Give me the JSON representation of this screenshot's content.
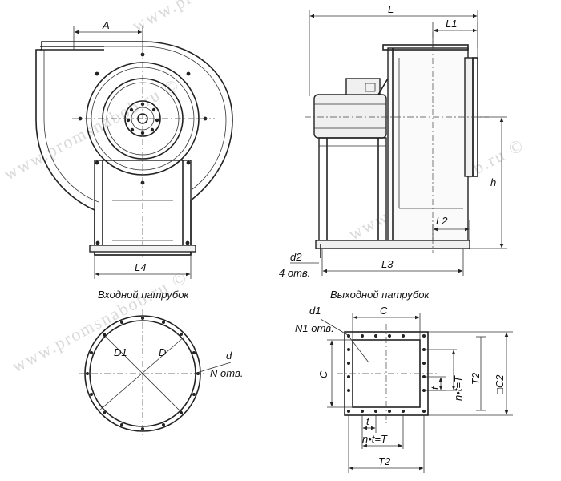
{
  "watermark": {
    "text_1": "www.promsnabob.ru ©",
    "text_2": "www.promsnabob.ru ©",
    "text_3": "www.promsnabob.ru ©",
    "text_4": "www.promsnabob.ru ©"
  },
  "front_view": {
    "dim_a": "A",
    "dim_l4": "L4"
  },
  "side_view": {
    "dim_l": "L",
    "dim_l1": "L1",
    "dim_l2": "L2",
    "dim_l3": "L3",
    "dim_h": "h",
    "dim_d2": "d2",
    "dim_d2_holes": "4 отв."
  },
  "inlet": {
    "caption": "Входной патрубок",
    "dim_d1": "D1",
    "dim_d": "D",
    "dim_small_d": "d",
    "dim_n_holes": "N отв."
  },
  "outlet": {
    "caption": "Выходной патрубок",
    "dim_d1": "d1",
    "dim_n1_holes": "N1 отв.",
    "dim_c_top": "C",
    "dim_c_left": "C",
    "dim_t_side": "t",
    "dim_nt_side": "n•t=T",
    "dim_t2_side": "T2",
    "dim_c2": "□C2",
    "dim_t_bottom": "t",
    "dim_nt_bottom": "n•t=T",
    "dim_t2_bottom": "T2"
  }
}
